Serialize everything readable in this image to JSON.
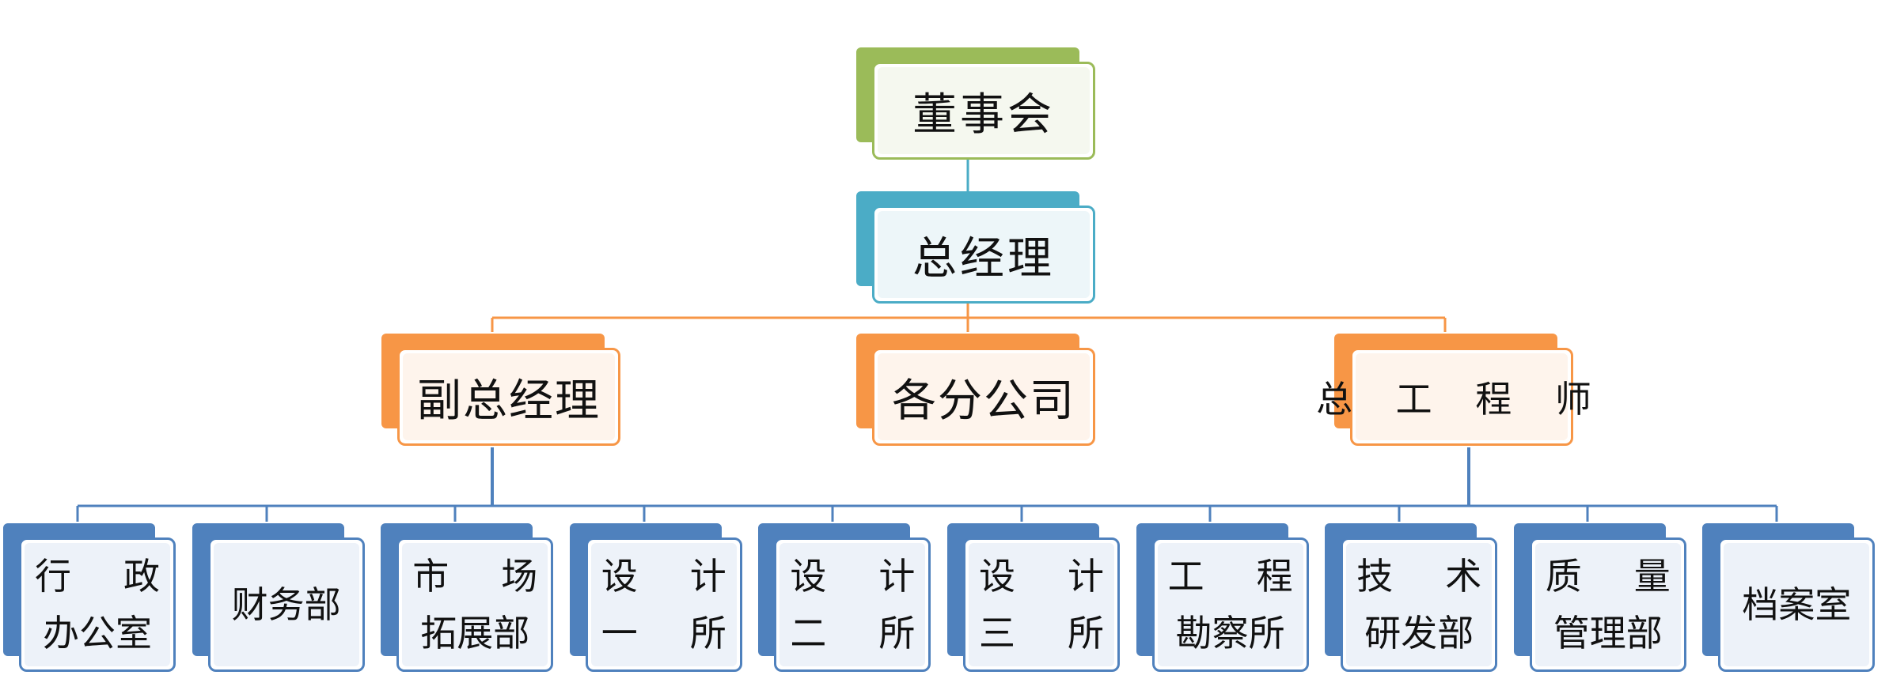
{
  "diagram": {
    "board": "董事会",
    "general_manager": "总经理",
    "deputy_gm": "副总经理",
    "branches": "各分公司",
    "chief_engineer": "总 工 程 师",
    "departments": [
      {
        "line1": [
          "行",
          "政"
        ],
        "line2": "办公室"
      },
      {
        "single": "财务部"
      },
      {
        "line1": [
          "市",
          "场"
        ],
        "line2": "拓展部"
      },
      {
        "line1": [
          "设",
          "计"
        ],
        "line2a": [
          "一",
          "所"
        ]
      },
      {
        "line1": [
          "设",
          "计"
        ],
        "line2a": [
          "二",
          "所"
        ]
      },
      {
        "line1": [
          "设",
          "计"
        ],
        "line2a": [
          "三",
          "所"
        ]
      },
      {
        "line1": [
          "工",
          "程"
        ],
        "line2": "勘察所"
      },
      {
        "line1": [
          "技",
          "术"
        ],
        "line2": "研发部"
      },
      {
        "line1": [
          "质",
          "量"
        ],
        "line2": "管理部"
      },
      {
        "single": "档案室"
      }
    ]
  },
  "colors": {
    "board": "#9bbb59",
    "general_manager": "#4bacc6",
    "second_level": "#f79646",
    "departments": "#4f81bd"
  }
}
